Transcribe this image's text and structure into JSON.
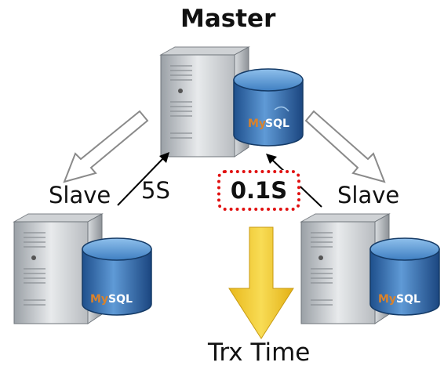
{
  "master": {
    "title": "Master"
  },
  "slaves": [
    {
      "label": "Slave",
      "lag": "5S"
    },
    {
      "label": "Slave",
      "lag": "0.1S"
    }
  ],
  "trx_time": {
    "label": "Trx Time"
  },
  "db_logo": {
    "text": "MySQL",
    "icon": "mysql-database-icon"
  },
  "colors": {
    "highlight_border": "#e11010",
    "trx_arrow": "#f2cd2e",
    "db_blue": "#2f6fb0"
  }
}
